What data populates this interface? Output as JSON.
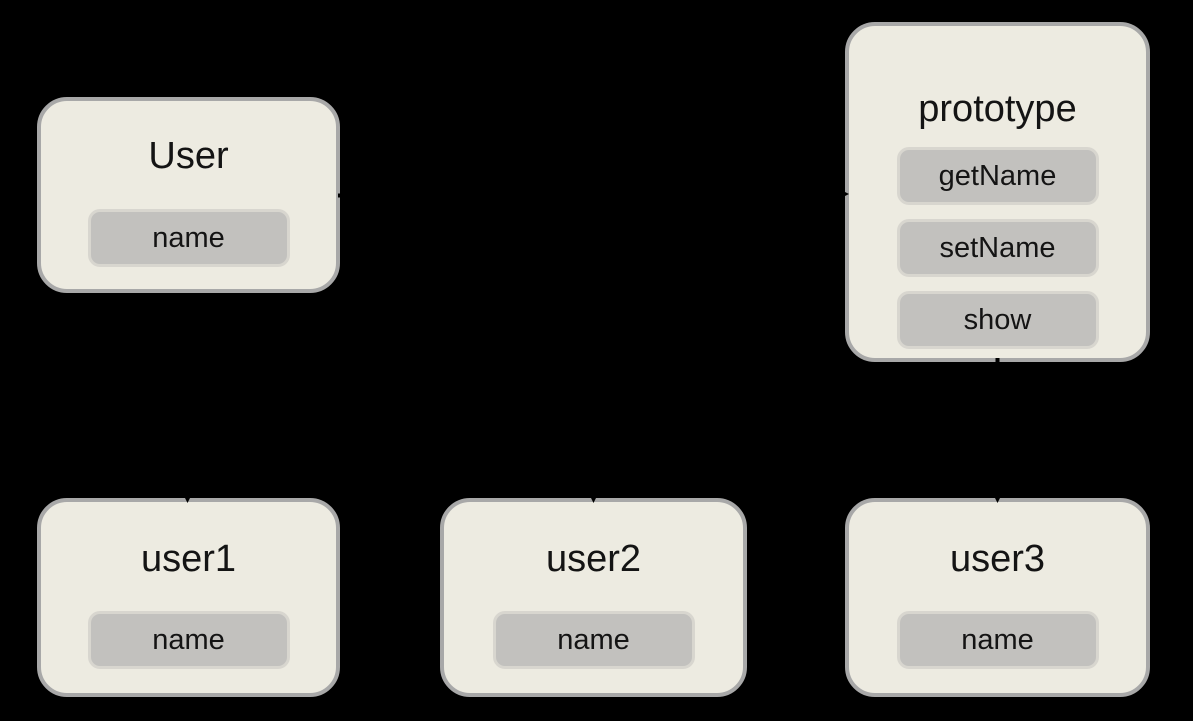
{
  "diagram": {
    "background": "#000000",
    "colors": {
      "background": "#000000",
      "node_fill": "#edebe1",
      "node_border": "#a8a8a8",
      "member_fill": "#c2c1be",
      "member_border": "#d8d6cf",
      "text": "#141414",
      "connector": "#000000"
    },
    "nodes": [
      {
        "id": "user-constructor",
        "title": "User",
        "members": [
          "name"
        ]
      },
      {
        "id": "prototype",
        "title": "prototype",
        "members": [
          "getName",
          "setName",
          "show"
        ]
      },
      {
        "id": "user1",
        "title": "user1",
        "members": [
          "name"
        ]
      },
      {
        "id": "user2",
        "title": "user2",
        "members": [
          "name"
        ]
      },
      {
        "id": "user3",
        "title": "user3",
        "members": [
          "name"
        ]
      }
    ]
  }
}
